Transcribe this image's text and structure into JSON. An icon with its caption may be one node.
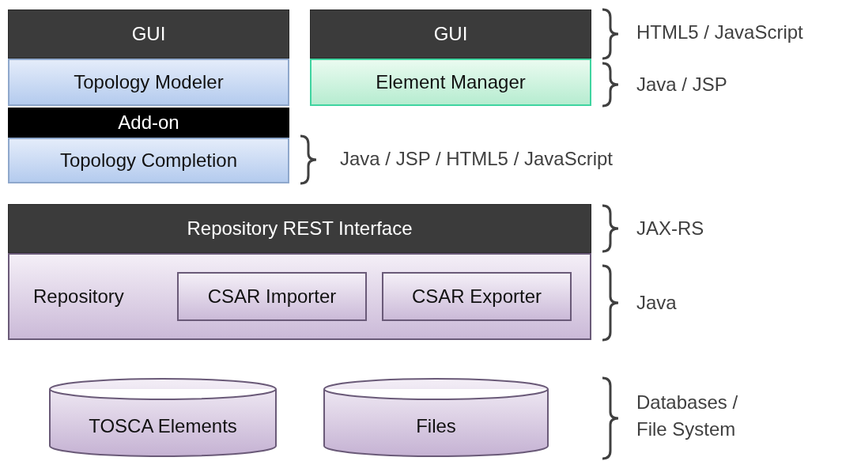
{
  "diagram": {
    "nodes": [
      {
        "text": [
          "GUI"
        ]
      },
      {
        "text": [
          "Topology Modeler"
        ]
      },
      {
        "text": [
          "Add-on"
        ]
      },
      {
        "text": [
          "Topology Completion"
        ]
      },
      {
        "text": [
          "GUI"
        ]
      },
      {
        "text": [
          "Element Manager"
        ]
      },
      {
        "text": [
          "Repository REST Interface"
        ]
      },
      {
        "text": [
          "Repository"
        ]
      },
      {
        "text": [
          "CSAR Importer"
        ],
        "in": 7
      },
      {
        "text": [
          "CSAR Exporter"
        ],
        "in": 7
      },
      {
        "text": [
          "TOSCA Elements"
        ]
      },
      {
        "text": [
          "Files"
        ]
      }
    ],
    "edges": [],
    "labels": [
      "HTML5 / JavaScript",
      "Java / JSP",
      "Java / JSP / HTML5 / JavaScript",
      "JAX-RS",
      "Java",
      "Databases / File System"
    ]
  }
}
